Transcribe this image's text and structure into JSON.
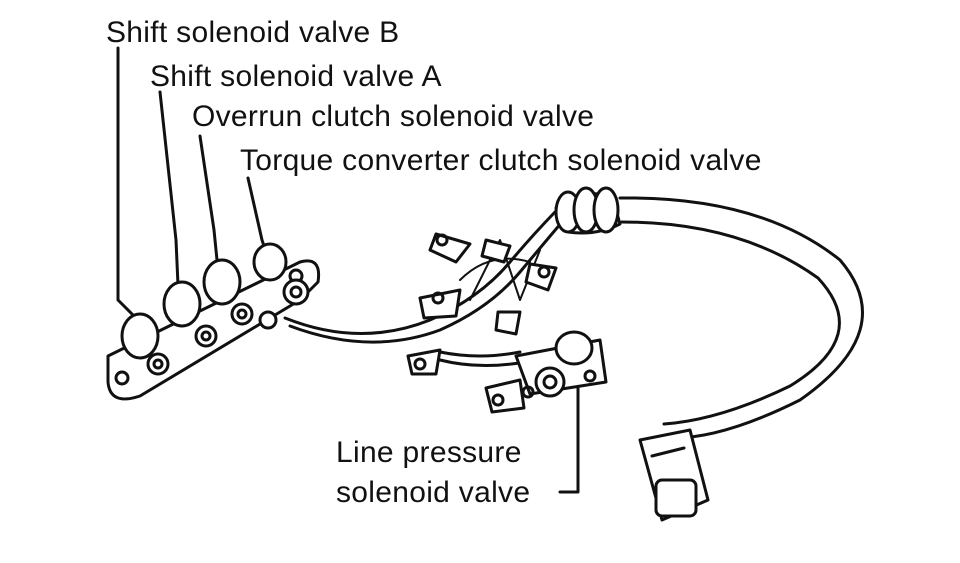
{
  "labels": {
    "shift_b": "Shift solenoid valve B",
    "shift_a": "Shift solenoid valve A",
    "overrun": "Overrun clutch solenoid valve",
    "torque": "Torque converter clutch solenoid valve",
    "line_pressure_1": "Line pressure",
    "line_pressure_2": "solenoid valve"
  }
}
